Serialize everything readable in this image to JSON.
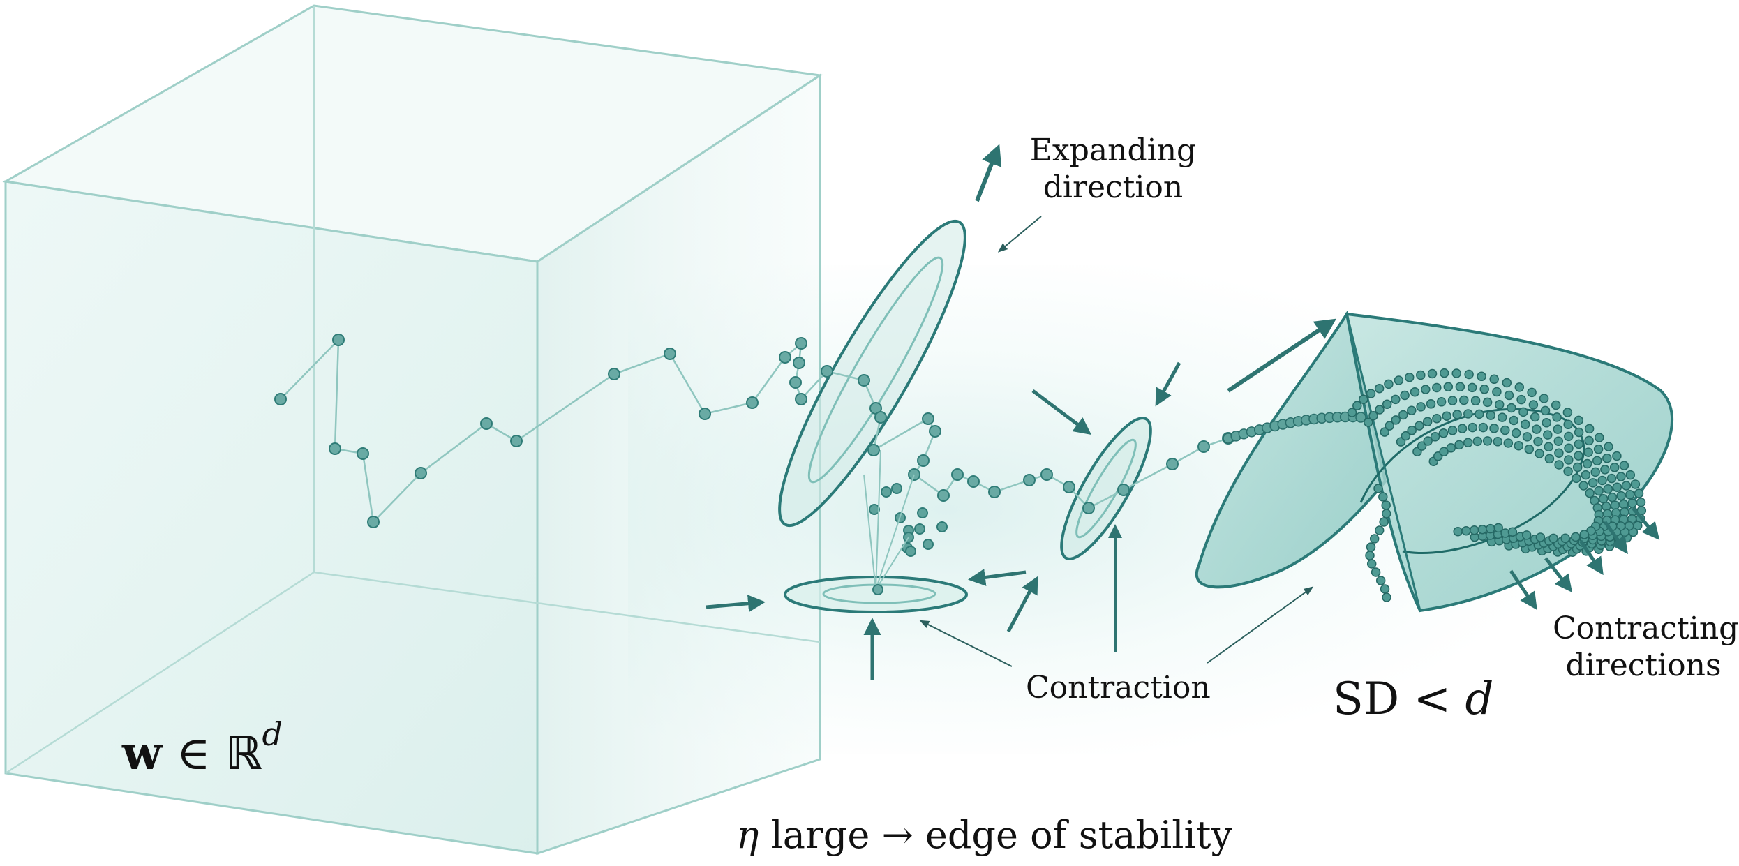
{
  "labels": {
    "expanding": [
      "Expanding",
      "direction"
    ],
    "contraction": "Contraction",
    "contracting": [
      "Contracting",
      "directions"
    ]
  },
  "math": {
    "space_symbol": "w",
    "member_of": "∈",
    "reals": "ℝ",
    "dimension": "d",
    "dim_prefix": "SD",
    "less_than": "<",
    "dim_var": "d",
    "eta": "η",
    "bottom_caption": "large → edge of stability"
  },
  "colors": {
    "teal_dark": "#2b7a78",
    "teal_mid": "#3d8f8a",
    "teal_light": "#a9d9d3",
    "box_edge": "#9fcfc8",
    "arrow": "#2e7471"
  }
}
